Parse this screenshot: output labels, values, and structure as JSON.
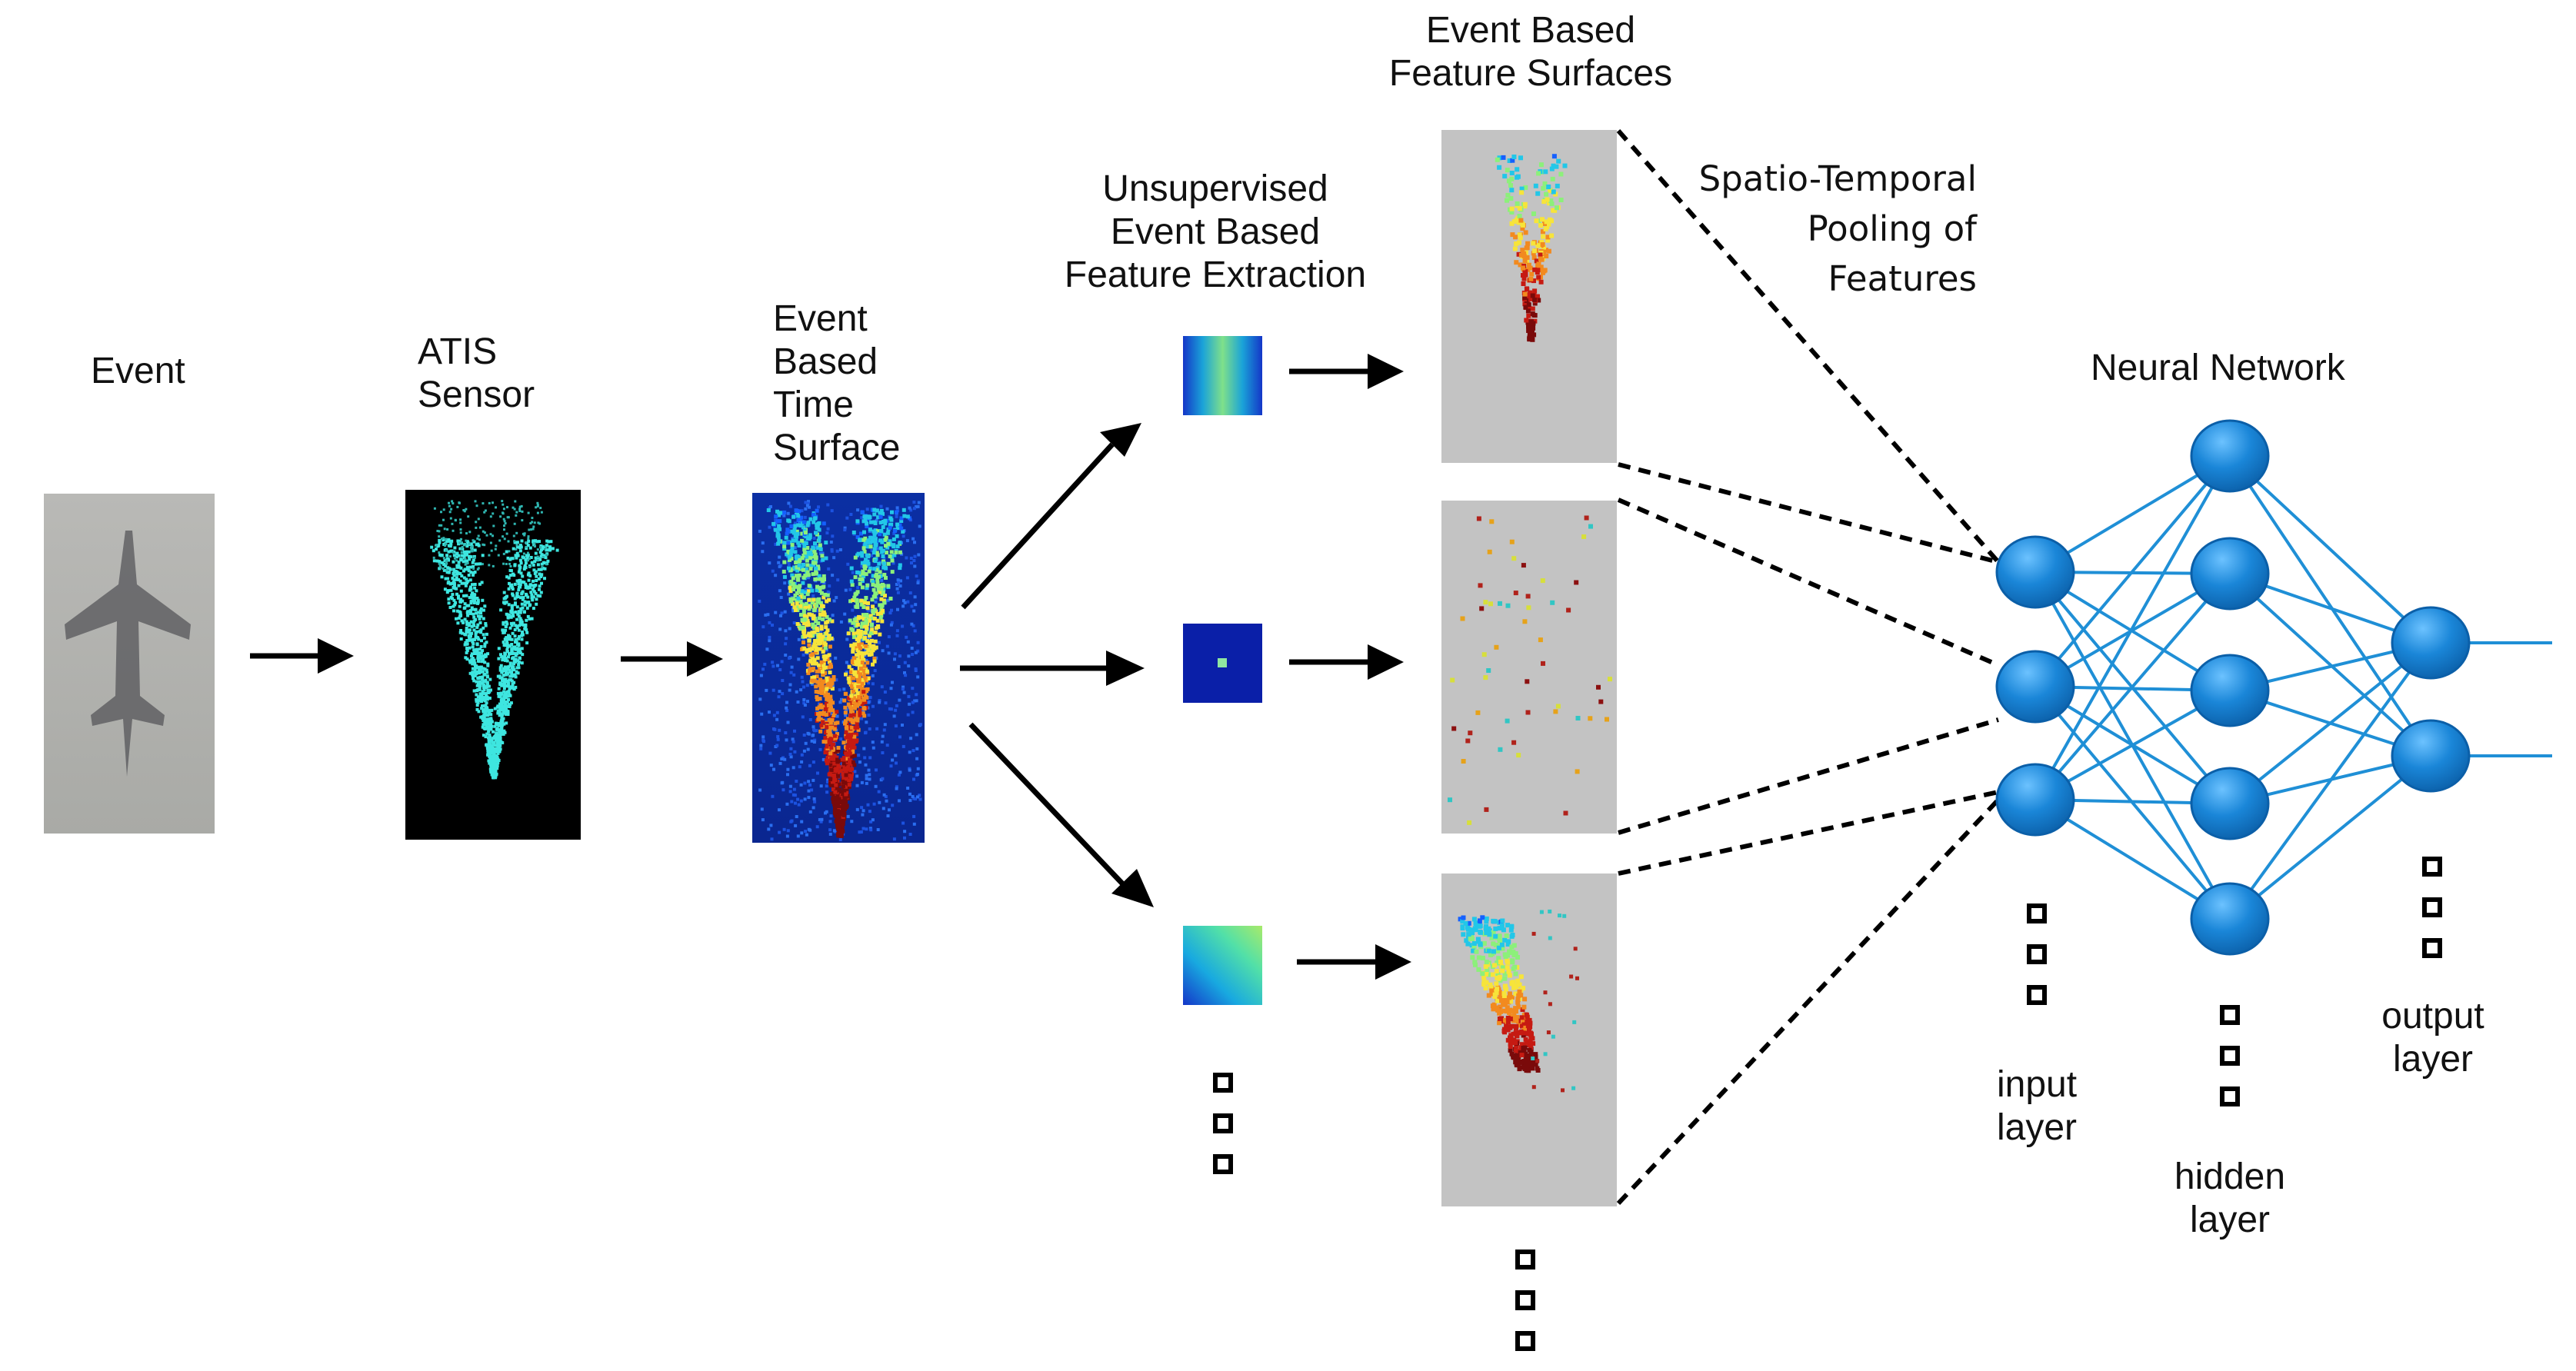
{
  "labels": {
    "event": "Event",
    "atis_line1": "ATIS",
    "atis_line2": "Sensor",
    "time_surface": [
      "Event",
      "Based",
      "Time",
      "Surface"
    ],
    "unsupervised": [
      "Unsupervised",
      "Event Based",
      "Feature Extraction"
    ],
    "feature_surfaces": [
      "Event Based",
      "Feature Surfaces"
    ],
    "pooling": [
      "Spatio-Temporal",
      "Pooling of",
      "Features"
    ],
    "neural_network": "Neural Network",
    "input_layer": [
      "input",
      "layer"
    ],
    "hidden_layer": [
      "hidden",
      "layer"
    ],
    "output_layer": [
      "output",
      "layer"
    ]
  },
  "colors": {
    "arrow": "#000000",
    "node_fill": "#1a86d8",
    "node_edge": "#0b5fa8",
    "edge": "#1f8fd6",
    "surface_gray": "#c3c3c3",
    "atis_bg": "#000000",
    "atis_points": "#3ee6e0",
    "time_surface_bg": "#0a2ea8"
  },
  "network": {
    "input_nodes": 3,
    "hidden_nodes": 5,
    "output_nodes": 2
  }
}
